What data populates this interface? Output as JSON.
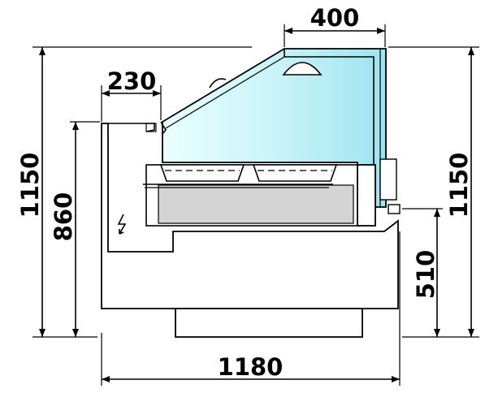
{
  "dimensions": {
    "top_width": "400",
    "left_depth": "230",
    "total_height_left": "1150",
    "counter_height": "860",
    "total_height_right": "1150",
    "shelf_height": "510",
    "total_length": "1180"
  },
  "colors": {
    "glass_light": "#eaffff",
    "glass_mid": "#c5f2f8",
    "glass_dark": "#9fe3f0",
    "basin_grey": "#d4d4d4",
    "cabinet_fill": "#ffffff",
    "line": "#000000"
  },
  "icons": {
    "power": "lightning-bolt-icon"
  }
}
